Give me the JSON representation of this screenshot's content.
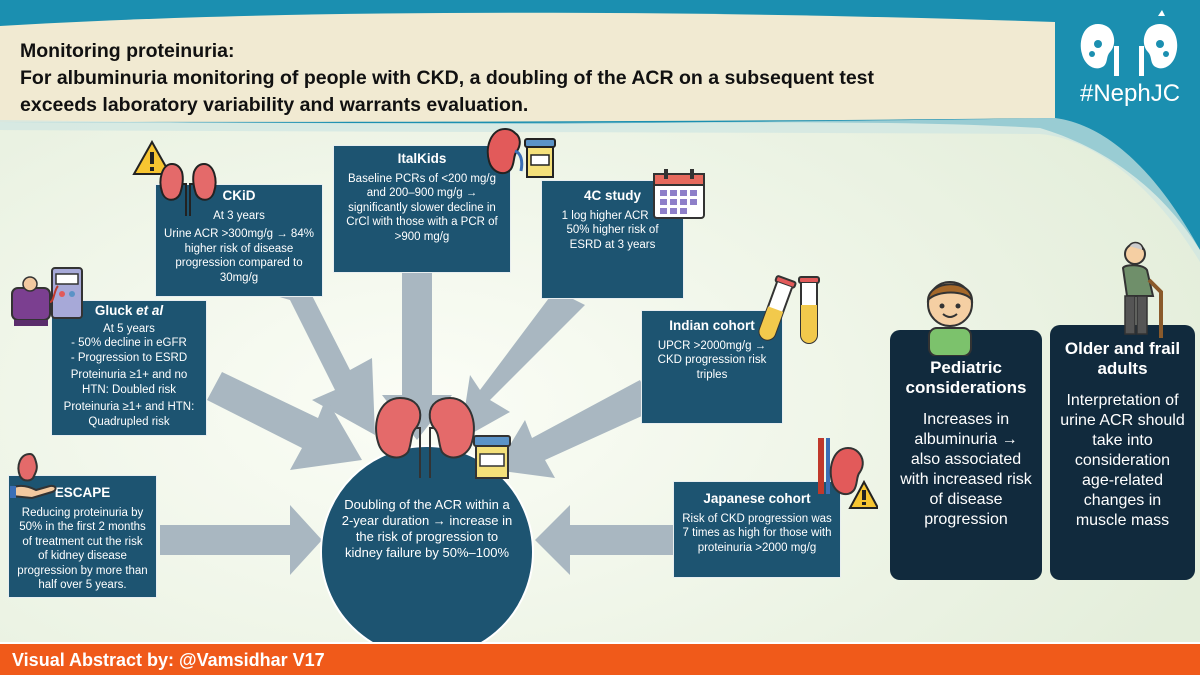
{
  "header": {
    "line1": "Monitoring proteinuria:",
    "line2": "For albuminuria monitoring of people with CKD, a doubling of the ACR on a subsequent test",
    "line3": "exceeds laboratory variability and warrants evaluation."
  },
  "logo": {
    "tag": "#NephJC"
  },
  "cards": {
    "ckid": {
      "title": "CKiD",
      "l1": "At 3 years",
      "l2": "Urine ACR >300mg/g → 84% higher risk of disease progression compared to 30mg/g"
    },
    "italkids": {
      "title": "ItalKids",
      "l1": "Baseline PCRs of <200 mg/g and 200–900 mg/g → significantly slower decline in CrCl with those with a PCR of >900 mg/g"
    },
    "study4c": {
      "title": "4C study",
      "l1": "1 log higher ACR → 50% higher risk of ESRD at 3 years"
    },
    "gluck": {
      "title_main": "Gluck ",
      "title_em": "et al",
      "l1": "At 5 years",
      "l2": "- 50% decline in eGFR",
      "l3": "- Progression to ESRD",
      "l4": "Proteinuria ≥1+ and no HTN: Doubled risk",
      "l5": "Proteinuria ≥1+ and HTN: Quadrupled risk"
    },
    "indian": {
      "title": "Indian cohort",
      "l1": "UPCR >2000mg/g → CKD progression risk triples"
    },
    "escape": {
      "title": "ESCAPE",
      "l1": "Reducing proteinuria by 50% in the first 2 months of treatment cut the risk of kidney disease progression by more than half over 5 years."
    },
    "japanese": {
      "title": "Japanese cohort",
      "l1": "Risk of CKD progression was 7 times as high for those with proteinuria >2000 mg/g"
    }
  },
  "center": {
    "text": "Doubling of the ACR within a 2-year duration → increase in the risk of progression to kidney failure by 50%–100%"
  },
  "panels": {
    "pediatric": {
      "title": "Pediatric considerations",
      "body": "Increases in albuminuria → also associated with increased risk of disease progression"
    },
    "older": {
      "title": "Older and frail adults",
      "body": "Interpretation of urine ACR should take into consideration age-related changes in muscle mass"
    }
  },
  "footer": {
    "text": "Visual Abstract by: @Vamsidhar V17"
  },
  "colors": {
    "banner": "#1b8fb0",
    "card": "#1d5471",
    "panel": "#112a3d",
    "footer": "#f05a1a",
    "arrow": "#a9b7c1",
    "header_band": "#f1ead2"
  },
  "icons": [
    "warning-kidney-icon",
    "kidney-urine-cup-icon",
    "calendar-icon",
    "dialysis-patient-icon",
    "test-tubes-icon",
    "hand-kidney-icon",
    "kidney-warning-icon",
    "child-icon",
    "elderly-person-icon",
    "kidney-logo-icon"
  ]
}
